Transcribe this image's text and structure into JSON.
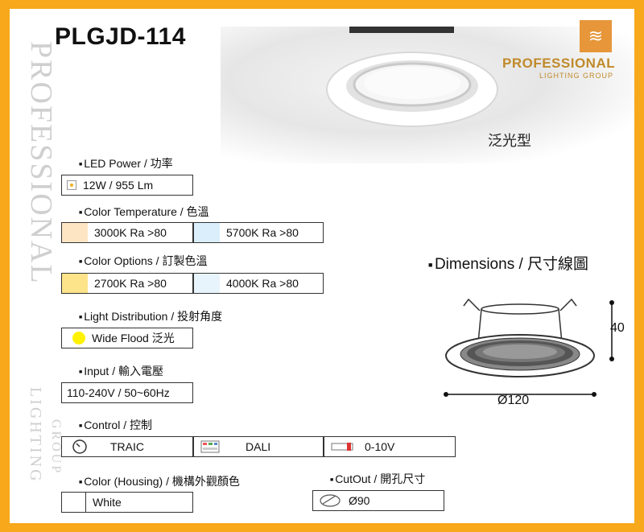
{
  "title": "PLGJD-114",
  "brand": {
    "name": "PROFESSIONAL",
    "tagline": "LIGHTING GROUP",
    "mark": "≋"
  },
  "watermark": {
    "vertical_main": "PROFESSIONAL",
    "vertical_sub": "LIGHTING",
    "vertical_group": "GROUP"
  },
  "product_type": "泛光型",
  "sections": {
    "led_power": {
      "label": "LED Power / 功率",
      "value": "12W / 955 Lm"
    },
    "color_temperature": {
      "label": "Color Temperature / 色溫",
      "options": [
        {
          "text": "3000K Ra >80",
          "color": "#fde5c4"
        },
        {
          "text": "5700K Ra >80",
          "color": "#dbeefb"
        }
      ]
    },
    "color_options": {
      "label": "Color Options / 訂製色溫",
      "options": [
        {
          "text": "2700K Ra >80",
          "color": "#fde48a"
        },
        {
          "text": "4000K Ra >80",
          "color": "#e8f4fc"
        }
      ]
    },
    "light_distribution": {
      "label": "Light Distribution / 投射角度",
      "value": "Wide Flood 泛光",
      "color": "#fff200"
    },
    "input": {
      "label": "Input / 輸入電壓",
      "value": "110-240V / 50~60Hz"
    },
    "control": {
      "label": "Control / 控制",
      "options": [
        {
          "text": "TRAIC",
          "icon": "dimmer-knob-icon"
        },
        {
          "text": "DALI",
          "icon": "dali-panel-icon"
        },
        {
          "text": "0-10V",
          "icon": "slider-control-icon"
        }
      ]
    },
    "housing": {
      "label": "Color (Housing) / 機構外觀顏色",
      "value": "White"
    },
    "cutout": {
      "label": "CutOut / 開孔尺寸",
      "value": "Ø90",
      "icon": "cutout-saw-icon"
    }
  },
  "dimensions": {
    "label": "Dimensions / 尺寸線圖",
    "diameter": "Ø120",
    "height": "40"
  }
}
